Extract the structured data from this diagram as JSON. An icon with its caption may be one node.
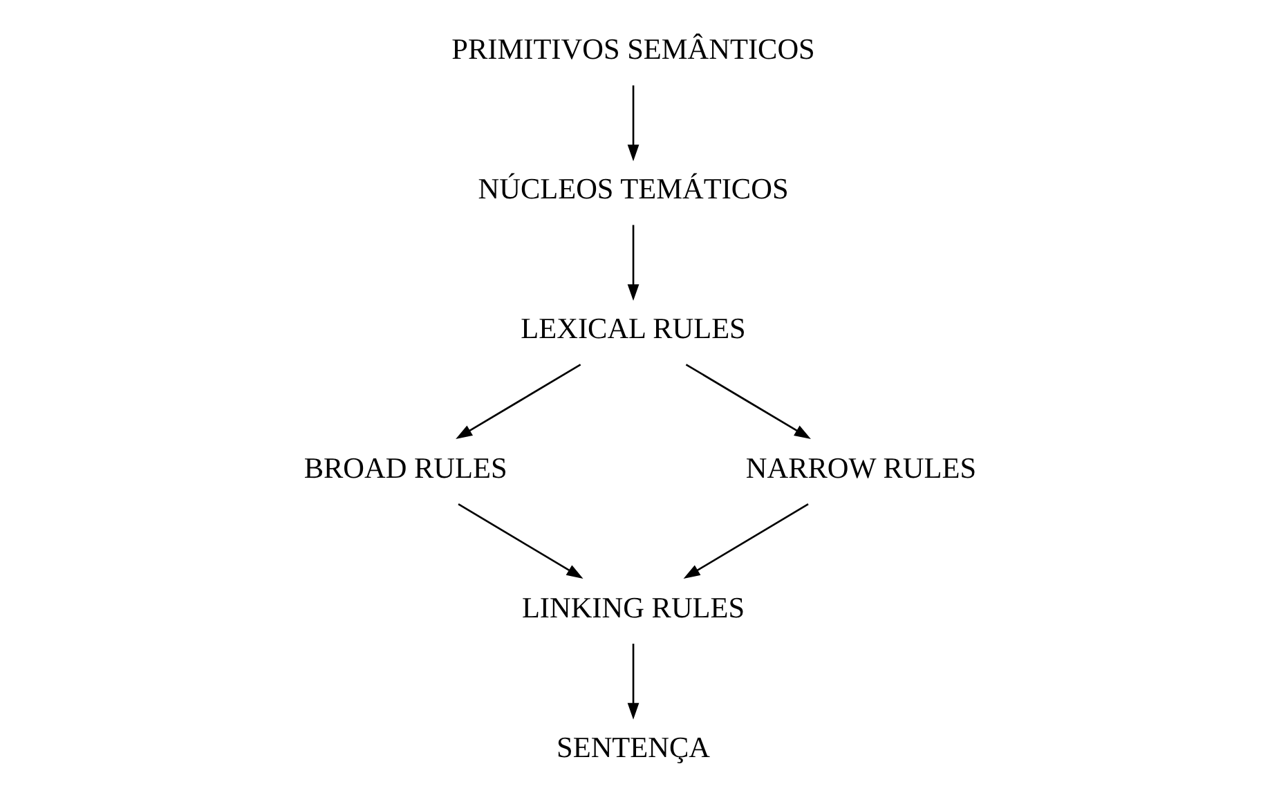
{
  "diagram": {
    "nodes": [
      {
        "text": [
          "PRIMITIVOS SEMÂNTICOS"
        ]
      },
      {
        "text": [
          "NÚCLEOS TEMÁTICOS"
        ]
      },
      {
        "text": [
          "LEXICAL RULES"
        ]
      },
      {
        "text": [
          "BROAD RULES"
        ]
      },
      {
        "text": [
          "NARROW RULES"
        ]
      },
      {
        "text": [
          "LINKING RULES"
        ]
      },
      {
        "text": [
          "SENTENÇA"
        ]
      }
    ],
    "edges": [
      {
        "from": 0,
        "to": 1,
        "arrow": "to"
      },
      {
        "from": 1,
        "to": 2,
        "arrow": "to"
      },
      {
        "from": 2,
        "to": 3,
        "arrow": "to"
      },
      {
        "from": 2,
        "to": 4,
        "arrow": "to"
      },
      {
        "from": 3,
        "to": 5,
        "arrow": "to"
      },
      {
        "from": 4,
        "to": 5,
        "arrow": "to"
      },
      {
        "from": 5,
        "to": 6,
        "arrow": "to"
      }
    ]
  }
}
